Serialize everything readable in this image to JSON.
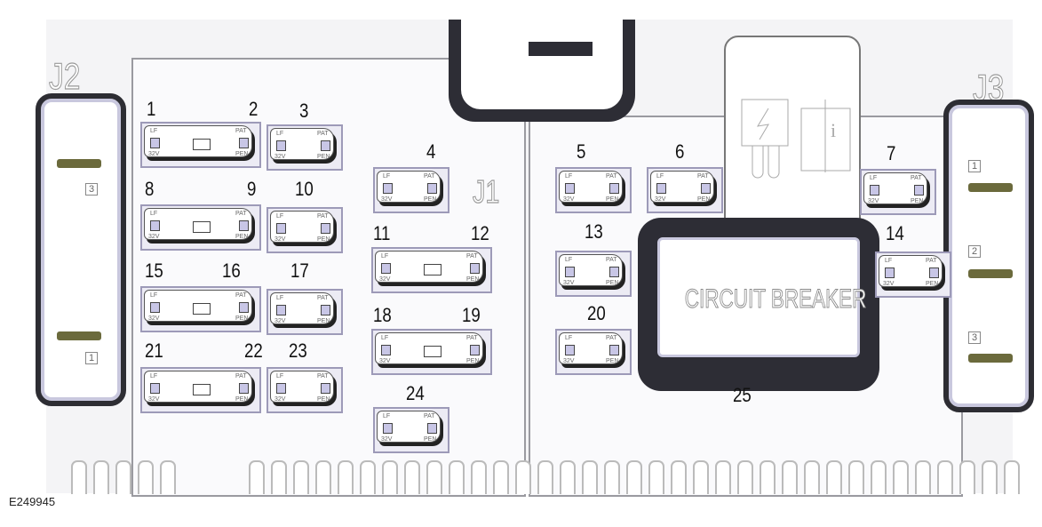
{
  "figure_code": "E249945",
  "connectors": {
    "j1": "J1",
    "j2": "J2",
    "j3": "J3",
    "j2_pins": [
      "3",
      "1"
    ],
    "j3_pins": [
      "1",
      "2",
      "3"
    ]
  },
  "fuse_markings": {
    "lf": "LF",
    "v": "32V",
    "pat": "PAT",
    "pen": "PEN"
  },
  "positions": [
    "1",
    "2",
    "3",
    "4",
    "5",
    "6",
    "7",
    "8",
    "9",
    "10",
    "11",
    "12",
    "13",
    "14",
    "15",
    "16",
    "17",
    "18",
    "19",
    "20",
    "21",
    "22",
    "23",
    "24",
    "25"
  ],
  "circuit_breaker": {
    "label": "CIRCUIT BREAKER",
    "position": "25"
  },
  "icons": [
    "lightning-fuse-icon",
    "manual-info-icon"
  ]
}
